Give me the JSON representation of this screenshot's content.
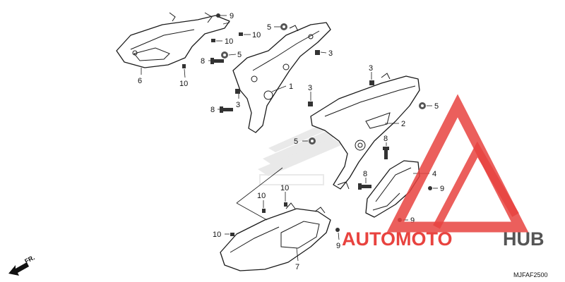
{
  "diagram": {
    "callouts": {
      "c1": "1",
      "c2": "2",
      "c3a": "3",
      "c3b": "3",
      "c3c": "3",
      "c3d": "3",
      "c4": "4",
      "c5a": "5",
      "c5b": "5",
      "c5c": "5",
      "c5d": "5",
      "c6": "6",
      "c7": "7",
      "c8a": "8",
      "c8b": "8",
      "c8c": "8",
      "c8d": "8",
      "c9a": "9",
      "c9b": "9",
      "c9c": "9",
      "c9d": "9",
      "c10a": "10",
      "c10b": "10",
      "c10c": "10",
      "c10d": "10",
      "c10e": "10",
      "c10f": "10"
    },
    "front_marker": "FR.",
    "diagram_code": "MJFAF2500"
  },
  "watermark": {
    "brand_part1": "AUTOMOTO",
    "brand_part2": "HUB",
    "primary_color": "#e8433f",
    "secondary_color": "#555555"
  }
}
